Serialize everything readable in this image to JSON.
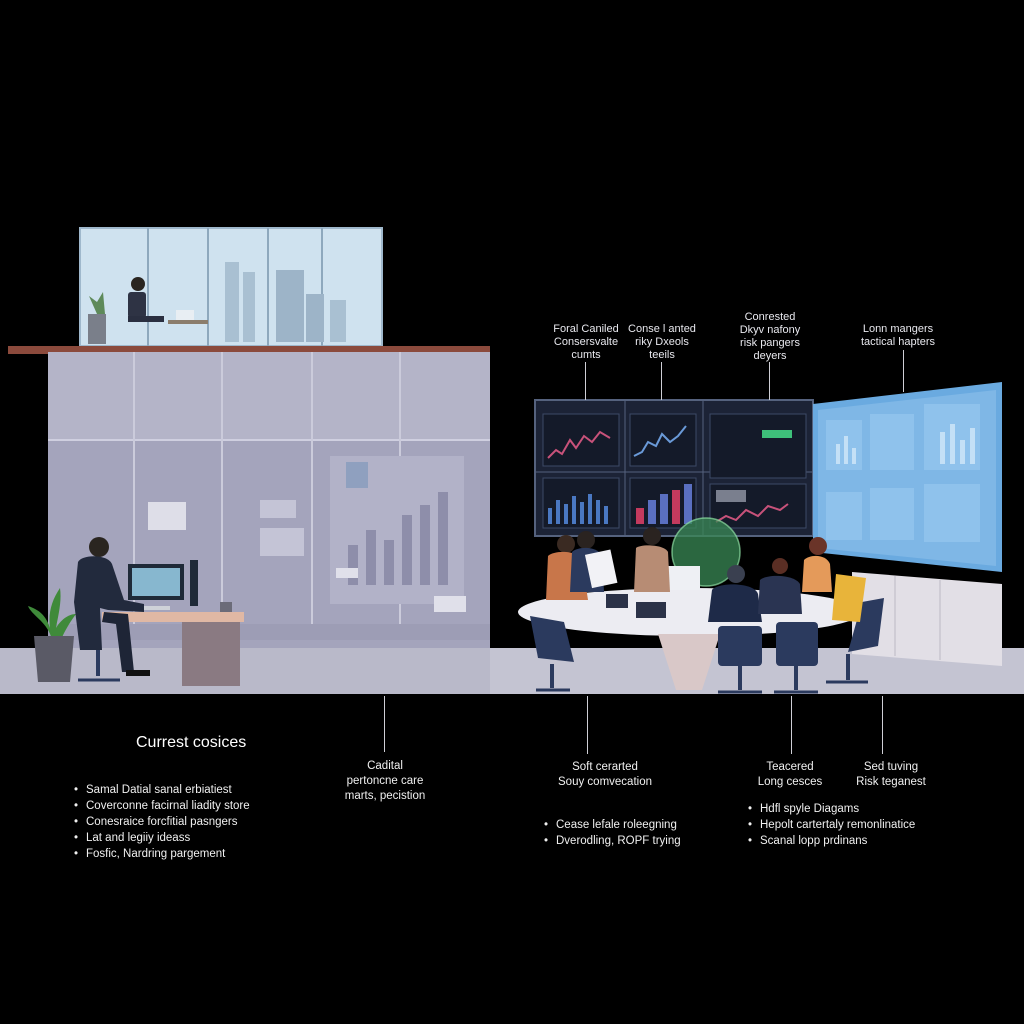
{
  "callouts_top": [
    {
      "text": "Foral Caniled\nConsersvalte\ncumts"
    },
    {
      "text": "Conse l anted\nriky Dxeols\nteeils"
    },
    {
      "text": "Conrested\nDkyv nafony\nrisk pangers\ndeyers"
    },
    {
      "text": "Lonn mangers\ntactical hapters"
    }
  ],
  "left_section": {
    "title": "Currest cosices",
    "bullets": [
      "Samal Datial sanal erbiatiest",
      "Coverconne facirnal liadity store",
      "Conesraice forcfitial pasngers",
      "Lat and legiiy ideass",
      "Fosfic, Nardring pargement"
    ]
  },
  "captions": [
    {
      "text": "Cadital\npertoncne care\nmarts, pecistion"
    },
    {
      "text": "Soft cerarted\nSouy comvecation"
    },
    {
      "text": "Teacered\nLong cesces"
    },
    {
      "text": "Sed tuving\nRisk teganest"
    }
  ],
  "middle_bullets": [
    "Cease lefale roleegning",
    "Dverodling, ROPF trying"
  ],
  "right_bullets": [
    "Hdfl spyle Diagams",
    "Hepolt cartertaly remonlinatice",
    "Scanal lopp prdinans"
  ],
  "colors": {
    "background": "#000000",
    "floor": "#b9b9c9",
    "glass": "#c8dcea",
    "screen_blue": "#6aaae0",
    "chair_navy": "#2b3a5e"
  }
}
